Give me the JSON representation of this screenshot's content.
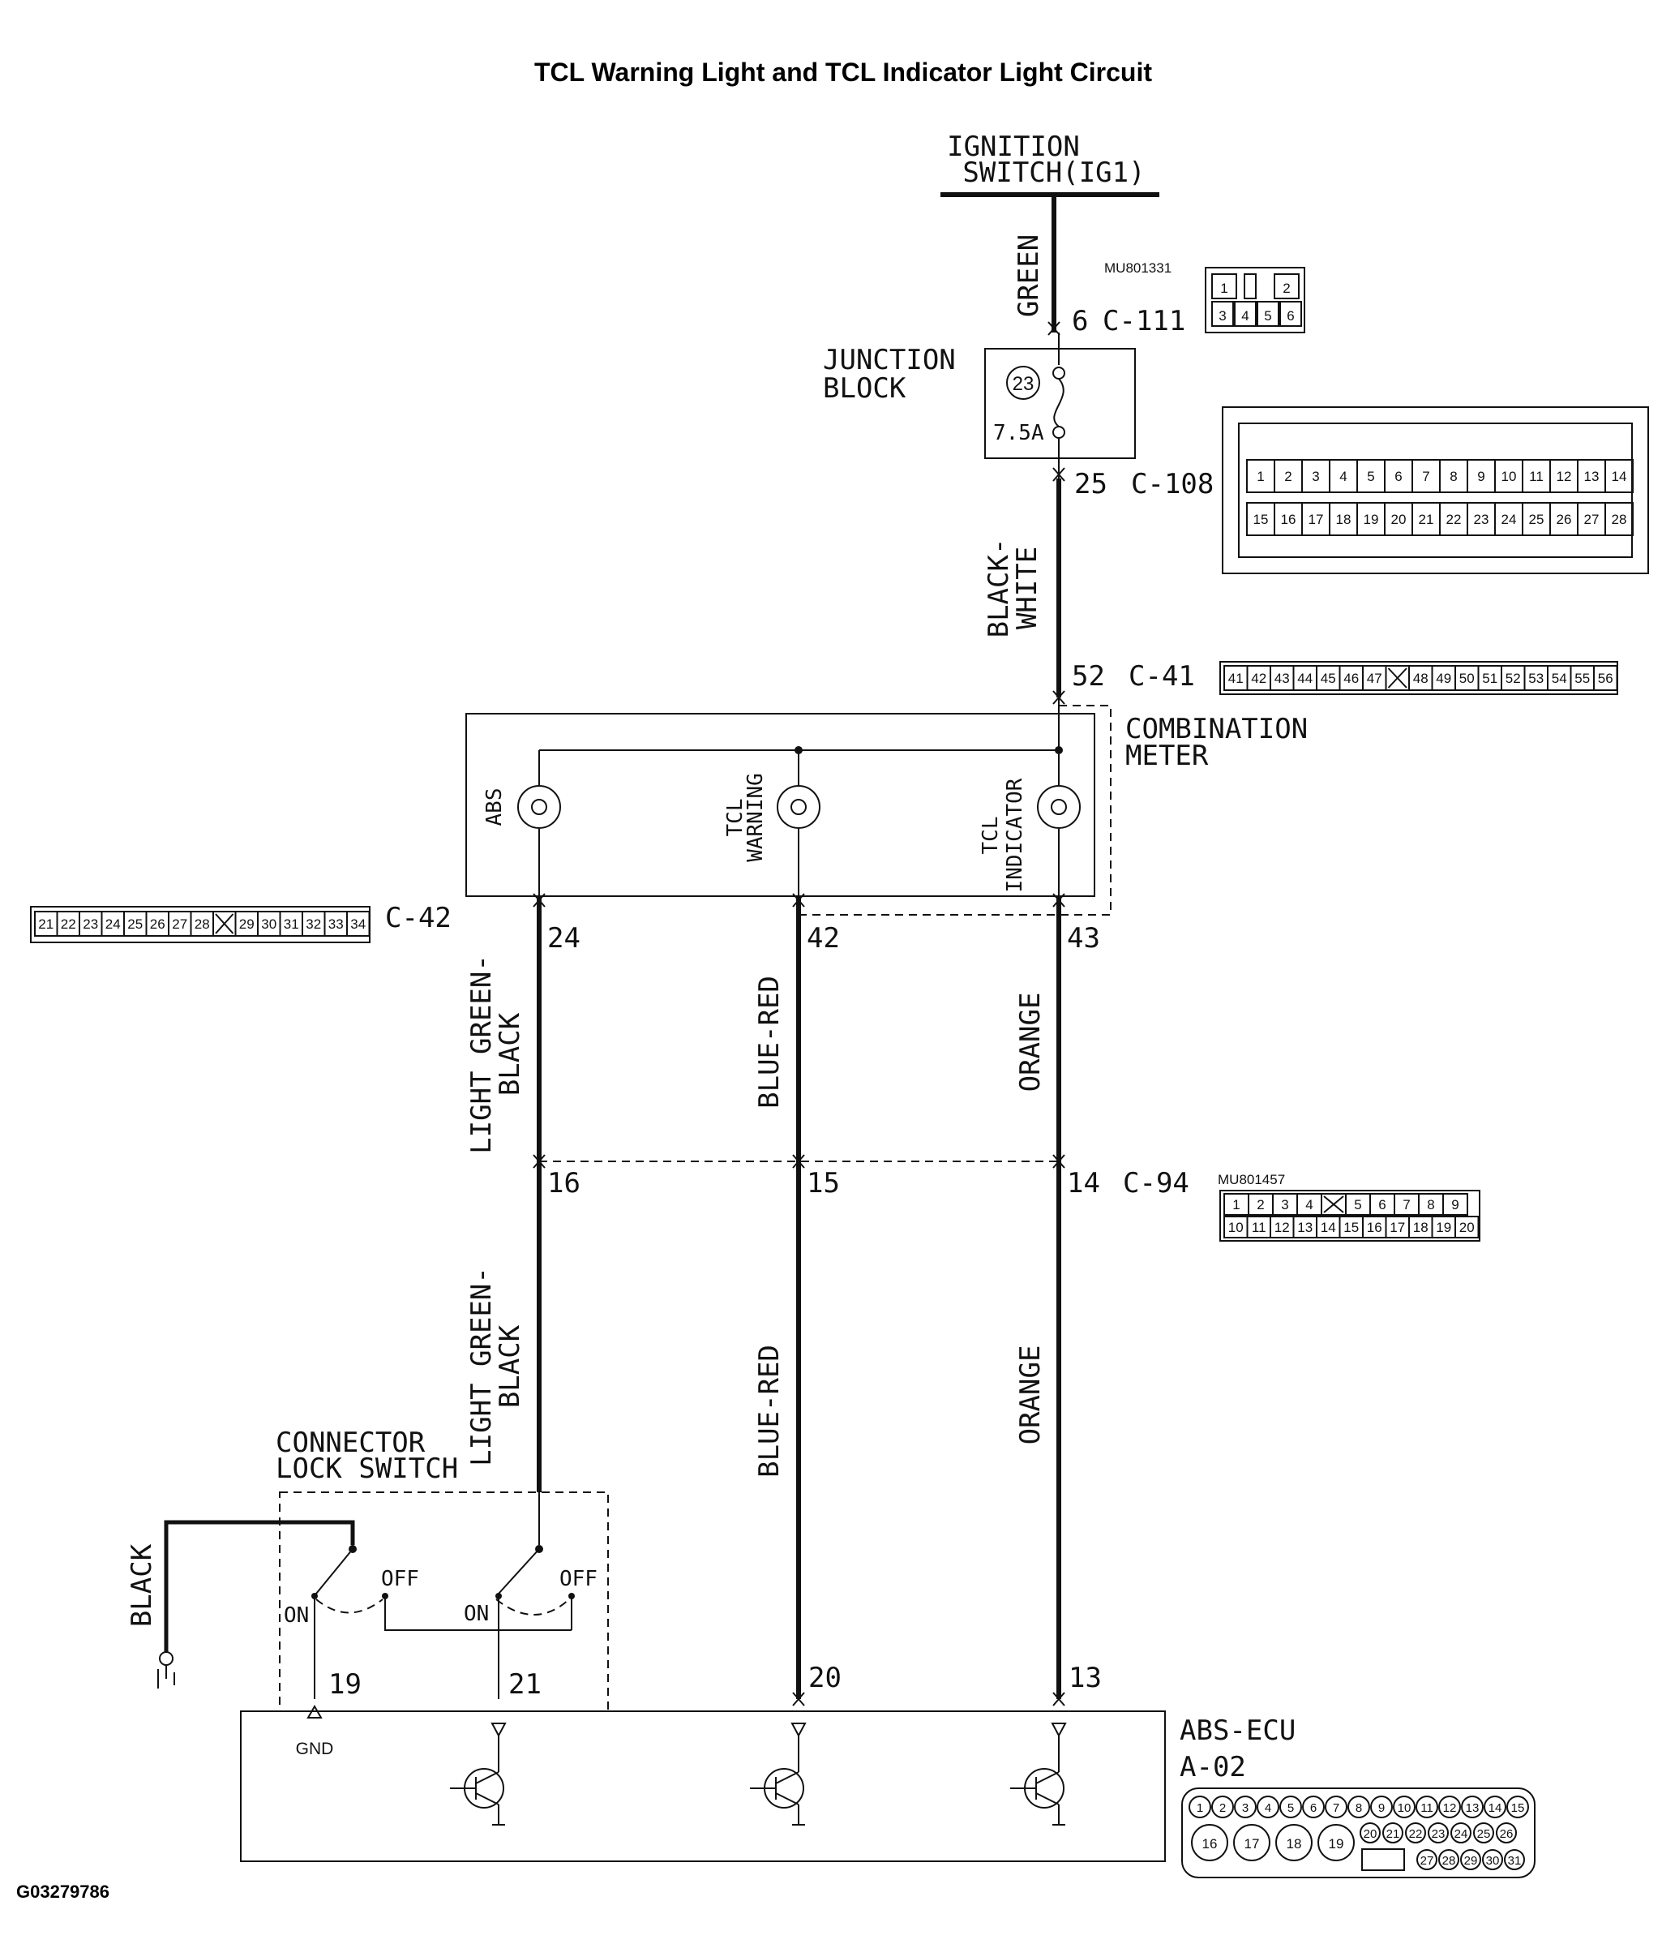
{
  "title": "TCL Warning Light and TCL Indicator Light Circuit",
  "figure_id": "G03279786",
  "ignition": {
    "line1": "IGNITION",
    "line2": "SWITCH(IG1)"
  },
  "wires": {
    "green": "GREEN",
    "black_white_1": "BLACK-",
    "black_white_2": "WHITE",
    "lgb_1": "LIGHT GREEN-",
    "lgb_2": "BLACK",
    "blue_red": "BLUE-RED",
    "orange": "ORANGE",
    "black": "BLACK"
  },
  "connectors": {
    "c111": {
      "pin": "6",
      "name": "C-111",
      "part": "MU801331",
      "cells": [
        "1",
        "",
        "2",
        "3",
        "4",
        "5",
        "6"
      ]
    },
    "c108": {
      "pin": "25",
      "name": "C-108",
      "row1": [
        "1",
        "2",
        "3",
        "4",
        "5",
        "6",
        "7",
        "8",
        "9",
        "10",
        "11",
        "12",
        "13",
        "14"
      ],
      "row2": [
        "15",
        "16",
        "17",
        "18",
        "19",
        "20",
        "21",
        "22",
        "23",
        "24",
        "25",
        "26",
        "27",
        "28"
      ]
    },
    "c41": {
      "pin": "52",
      "name": "C-41",
      "cells": [
        "41",
        "42",
        "43",
        "44",
        "45",
        "46",
        "47",
        "",
        "48",
        "49",
        "50",
        "51",
        "52",
        "53",
        "54",
        "55",
        "56"
      ]
    },
    "c42": {
      "name": "C-42",
      "pins": [
        "24",
        "42",
        "43"
      ],
      "cells": [
        "21",
        "22",
        "23",
        "24",
        "25",
        "26",
        "27",
        "28",
        "",
        "29",
        "30",
        "31",
        "32",
        "33",
        "34"
      ]
    },
    "c94": {
      "name": "C-94",
      "part": "MU801457",
      "pins": [
        "16",
        "15",
        "14"
      ],
      "row1": [
        "1",
        "2",
        "3",
        "4",
        "",
        "5",
        "6",
        "7",
        "8",
        "9"
      ],
      "row2": [
        "10",
        "11",
        "12",
        "13",
        "14",
        "15",
        "16",
        "17",
        "18",
        "19",
        "20"
      ]
    },
    "a02": {
      "name": "A-02",
      "row1": [
        "1",
        "2",
        "3",
        "4",
        "5",
        "6",
        "7",
        "8",
        "9",
        "10",
        "11",
        "12",
        "13",
        "14",
        "15"
      ],
      "row2a": [
        "16",
        "17",
        "18",
        "19"
      ],
      "row2b": [
        "20",
        "21",
        "22",
        "23",
        "24",
        "25",
        "26"
      ],
      "row3": [
        "27",
        "28",
        "29",
        "30",
        "31"
      ]
    }
  },
  "junction_block": {
    "line1": "JUNCTION",
    "line2": "BLOCK",
    "fuse_no": "23",
    "rating": "7.5A"
  },
  "meter": {
    "line1": "COMBINATION",
    "line2": "METER",
    "lamp_abs": "ABS",
    "lamp_tcl_w1": "TCL",
    "lamp_tcl_w2": "WARNING",
    "lamp_tcl_i1": "TCL",
    "lamp_tcl_i2": "INDICATOR"
  },
  "lock_switch": {
    "line1": "CONNECTOR",
    "line2": "LOCK SWITCH",
    "on": "ON",
    "off": "OFF"
  },
  "ecu": {
    "line1": "ABS-ECU",
    "pins": [
      "19",
      "21",
      "20",
      "13"
    ],
    "gnd": "GND"
  }
}
